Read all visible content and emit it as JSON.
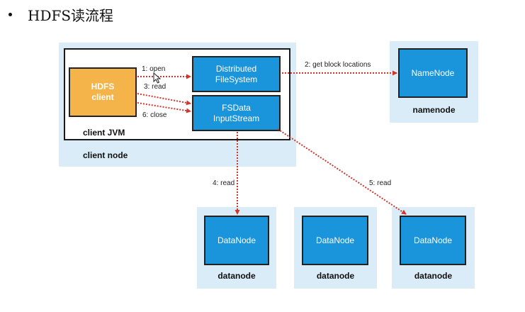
{
  "title": "HDFS读流程",
  "client_node": {
    "client_box_label": "HDFS\nclient",
    "jvm_label": "client JVM",
    "node_label": "client node",
    "distributed_fs_label": "Distributed\nFileSystem",
    "fsdata_label": "FSData\nInputStream"
  },
  "namenode": {
    "box_label": "NameNode",
    "node_label": "namenode"
  },
  "datanodes": [
    {
      "box_label": "DataNode",
      "node_label": "datanode"
    },
    {
      "box_label": "DataNode",
      "node_label": "datanode"
    },
    {
      "box_label": "DataNode",
      "node_label": "datanode"
    }
  ],
  "steps": {
    "open": "1: open",
    "get_block_locations": "2: get block locations",
    "read_client": "3: read",
    "read_dn1": "4: read",
    "read_dn3": "5: read",
    "close": "6: close"
  },
  "colors": {
    "panel": "#d9ecf7",
    "box_blue": "#1a95dc",
    "client_orange": "#f4b44a",
    "arrow_red": "#d2352b"
  }
}
